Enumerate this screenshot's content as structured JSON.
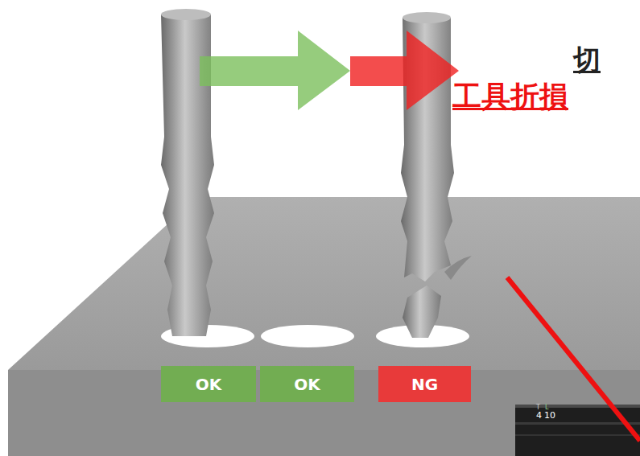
{
  "diagram": {
    "nodes": [
      {
        "text": [
          "OK"
        ]
      },
      {
        "text": [
          "OK"
        ]
      },
      {
        "text": [
          "NG"
        ]
      }
    ],
    "labels": [
      "切",
      "工具折損",
      "T",
      "4",
      "L",
      "10"
    ]
  }
}
